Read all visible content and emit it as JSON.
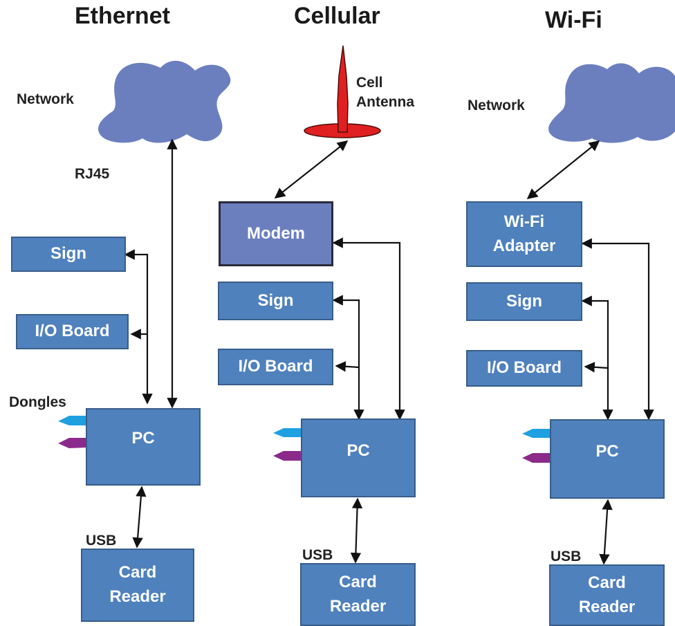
{
  "headings": {
    "ethernet": "Ethernet",
    "cellular": "Cellular",
    "wifi": "Wi-Fi"
  },
  "labels": {
    "network_eth": "Network",
    "network_wifi": "Network",
    "rj45": "RJ45",
    "cell_antenna": "Cell\nAntenna",
    "dongles": "Dongles",
    "usb_eth": "USB",
    "usb_cell": "USB",
    "usb_wifi": "USB"
  },
  "boxes": {
    "eth_sign": "Sign",
    "eth_io": "I/O Board",
    "eth_pc": "PC",
    "eth_card_1": "Card",
    "eth_card_2": "Reader",
    "cell_modem": "Modem",
    "cell_sign": "Sign",
    "cell_io": "I/O Board",
    "cell_pc": "PC",
    "cell_card_1": "Card",
    "cell_card_2": "Reader",
    "wifi_adapter_1": "Wi-Fi",
    "wifi_adapter_2": "Adapter",
    "wifi_sign": "Sign",
    "wifi_io": "I/O Board",
    "wifi_pc": "PC",
    "wifi_card_1": "Card",
    "wifi_card_2": "Reader"
  },
  "colors": {
    "box_fill": "#4f81bd",
    "cloud": "#6b7fbf",
    "antenna": "#e02020",
    "dongle_blue": "#1fa0e0",
    "dongle_purple": "#8b2a8b"
  }
}
